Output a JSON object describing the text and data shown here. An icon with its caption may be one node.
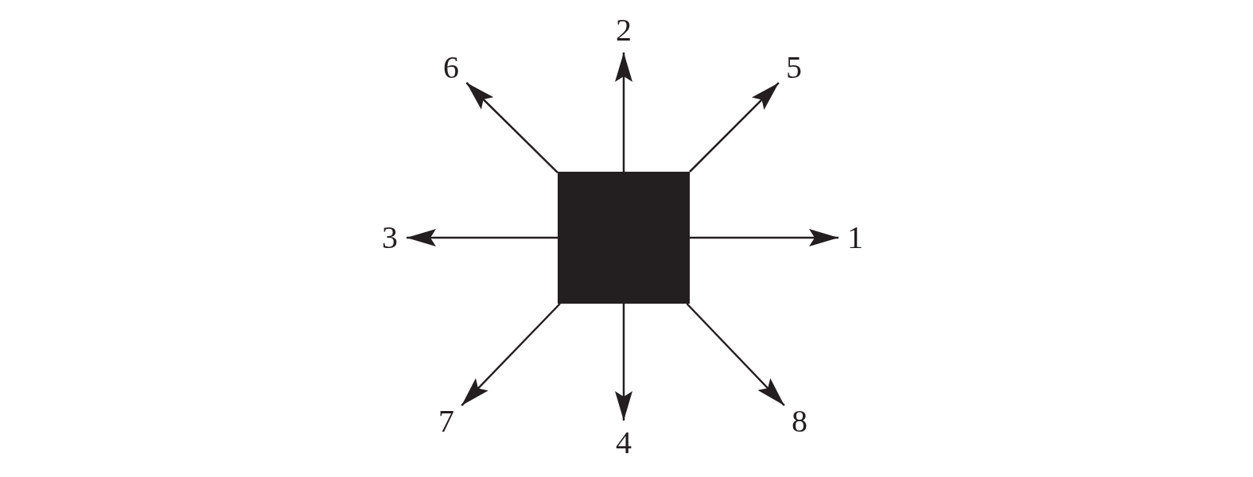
{
  "diagram": {
    "nodes": [
      {
        "text": [],
        "shape": "box"
      },
      {
        "text": [
          "2"
        ]
      },
      {
        "text": [
          "6"
        ]
      },
      {
        "text": [
          "5"
        ]
      },
      {
        "text": [
          "3"
        ]
      },
      {
        "text": [
          "1"
        ]
      },
      {
        "text": [
          "7"
        ]
      },
      {
        "text": [
          "8"
        ]
      },
      {
        "text": [
          "4"
        ]
      }
    ],
    "edges": [
      {
        "from": 0,
        "to": 1,
        "arrow": "to"
      },
      {
        "from": 0,
        "to": 2,
        "arrow": "to"
      },
      {
        "from": 0,
        "to": 3,
        "arrow": "to"
      },
      {
        "from": 0,
        "to": 4,
        "arrow": "to"
      },
      {
        "from": 0,
        "to": 5,
        "arrow": "to"
      },
      {
        "from": 0,
        "to": 6,
        "arrow": "to"
      },
      {
        "from": 0,
        "to": 7,
        "arrow": "to"
      },
      {
        "from": 0,
        "to": 8,
        "arrow": "to"
      }
    ]
  }
}
